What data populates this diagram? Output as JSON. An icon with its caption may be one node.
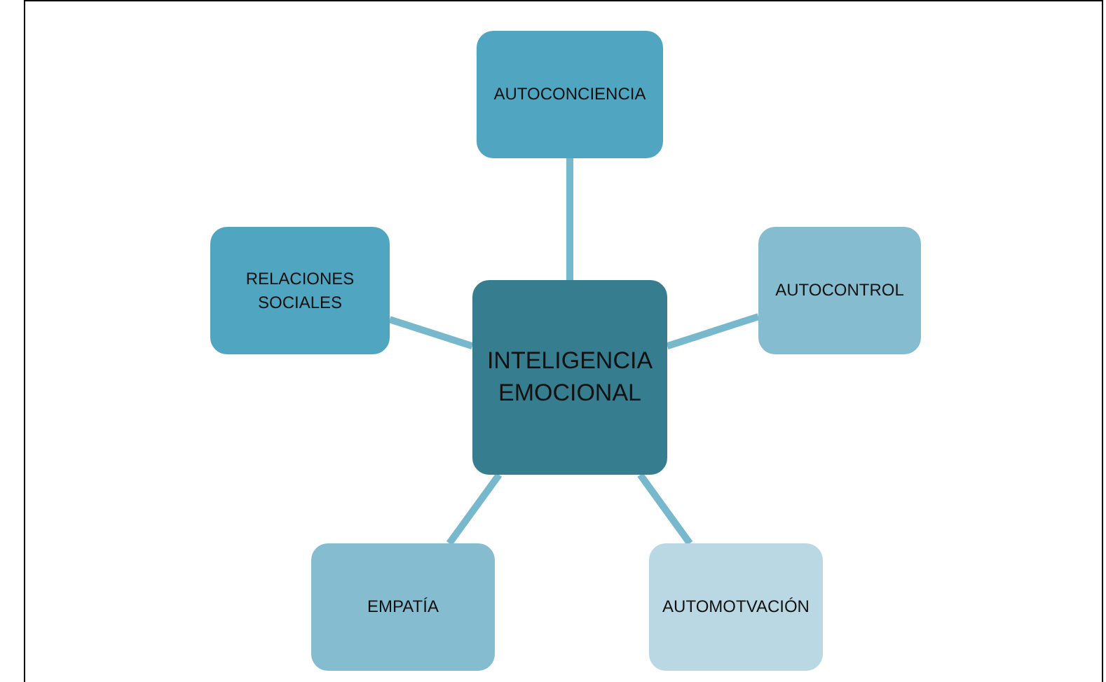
{
  "diagram": {
    "nodes": [
      {
        "text": [
          "INTELIGENCIA EMOCIONAL"
        ]
      },
      {
        "text": [
          "AUTOCONCIENCIA"
        ]
      },
      {
        "text": [
          "AUTOCONTROL"
        ]
      },
      {
        "text": [
          "AUTOMOTVACIÓN"
        ]
      },
      {
        "text": [
          "EMPATÍA"
        ]
      },
      {
        "text": [
          "RELACIONES SOCIALES"
        ]
      }
    ],
    "edges": [
      {
        "from": 0,
        "to": 1,
        "arrow": "none"
      },
      {
        "from": 0,
        "to": 2,
        "arrow": "none"
      },
      {
        "from": 0,
        "to": 3,
        "arrow": "none"
      },
      {
        "from": 0,
        "to": 4,
        "arrow": "none"
      },
      {
        "from": 0,
        "to": 5,
        "arrow": "none"
      }
    ]
  }
}
